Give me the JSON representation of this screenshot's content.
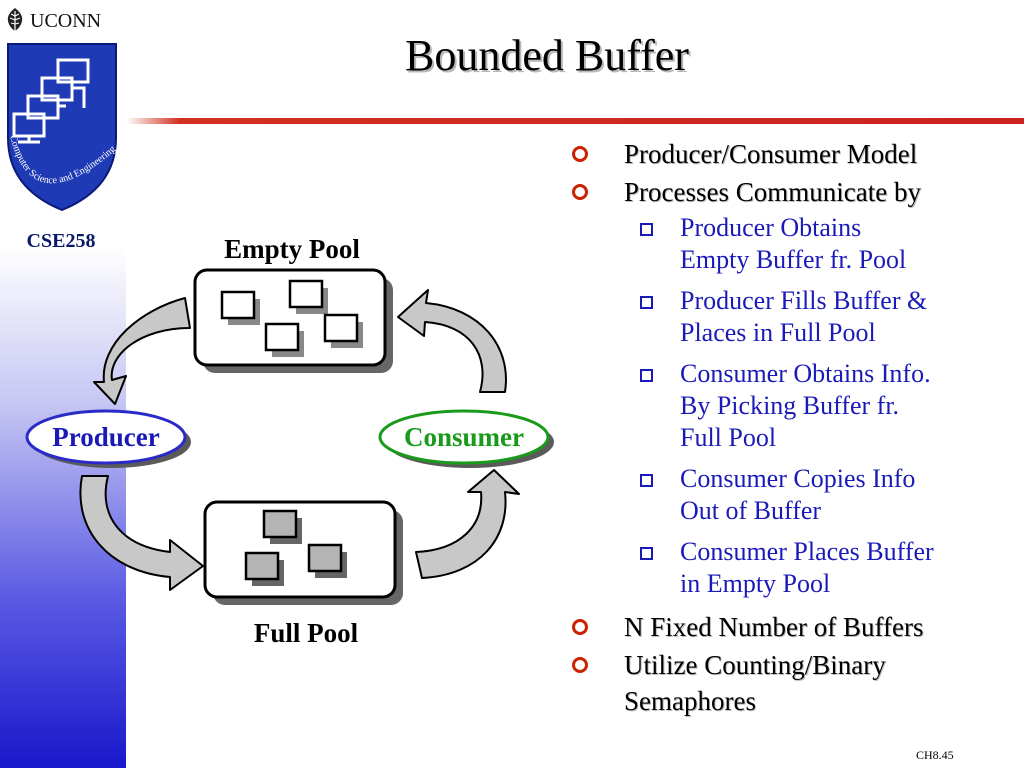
{
  "brand": {
    "name": "UCONN",
    "seal_text": "Computer Science and Engineering",
    "leaf_icon": "oak-leaf-icon"
  },
  "sidebar": {
    "course_code": "CSE258"
  },
  "slide": {
    "title": "Bounded Buffer"
  },
  "diagram": {
    "empty_pool_label": "Empty Pool",
    "full_pool_label": "Full Pool",
    "producer_label": "Producer",
    "consumer_label": "Consumer"
  },
  "bullets": {
    "items": [
      {
        "text": "Producer/Consumer Model"
      },
      {
        "text": "Processes Communicate by",
        "sub": [
          {
            "lines": [
              "Producer Obtains",
              "Empty Buffer fr. Pool"
            ]
          },
          {
            "lines": [
              "Producer Fills Buffer &",
              "Places in Full Pool"
            ]
          },
          {
            "lines": [
              "Consumer Obtains Info.",
              "By Picking Buffer fr.",
              "Full Pool"
            ]
          },
          {
            "lines": [
              "Consumer Copies Info",
              "Out of Buffer"
            ]
          },
          {
            "lines": [
              "Consumer Places Buffer",
              "in Empty Pool"
            ]
          }
        ]
      },
      {
        "text": "N Fixed Number of Buffers"
      },
      {
        "text": "Utilize Counting/Binary Semaphores"
      }
    ]
  },
  "footer": {
    "page_ref": "CH8.45"
  },
  "colors": {
    "accent_red": "#cc2222",
    "sub_bullet_blue": "#1a1ab8",
    "producer_outline": "#2a2ac8",
    "consumer_outline": "#1a9a1a",
    "seal_blue": "#1e3ab4"
  }
}
